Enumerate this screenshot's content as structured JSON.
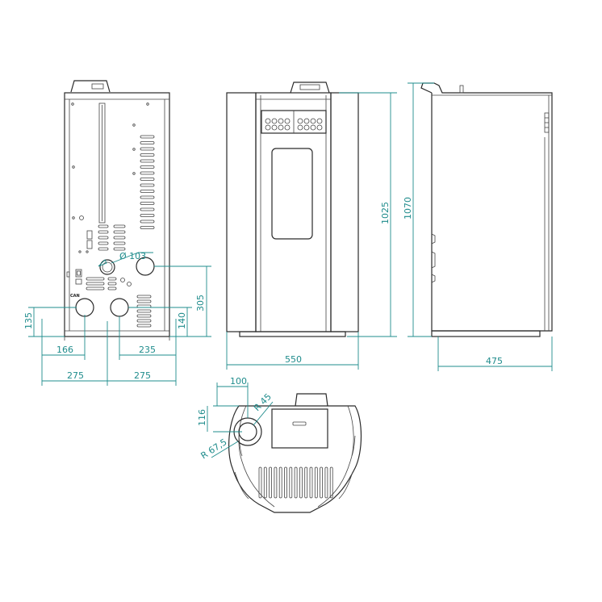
{
  "colors": {
    "line": "#2a2a2a",
    "dimension": "#1f8c8c",
    "background": "#ffffff"
  },
  "rear_view": {
    "labels": {
      "can": "CAN",
      "diameter": "Ø 103"
    },
    "dims": {
      "left_offset": "166",
      "right_offset": "235",
      "half_width_left": "275",
      "half_width_right": "275",
      "lower_height": "135",
      "mid_height": "140",
      "upper_height": "305"
    }
  },
  "front_view": {
    "dims": {
      "width": "550",
      "height": "1025"
    }
  },
  "side_view": {
    "dims": {
      "depth": "475",
      "height": "1070"
    }
  },
  "top_view": {
    "dims": {
      "offset_x": "100",
      "offset_y": "116",
      "radius_inner": "R 45",
      "radius_outer": "R 67,5"
    }
  }
}
